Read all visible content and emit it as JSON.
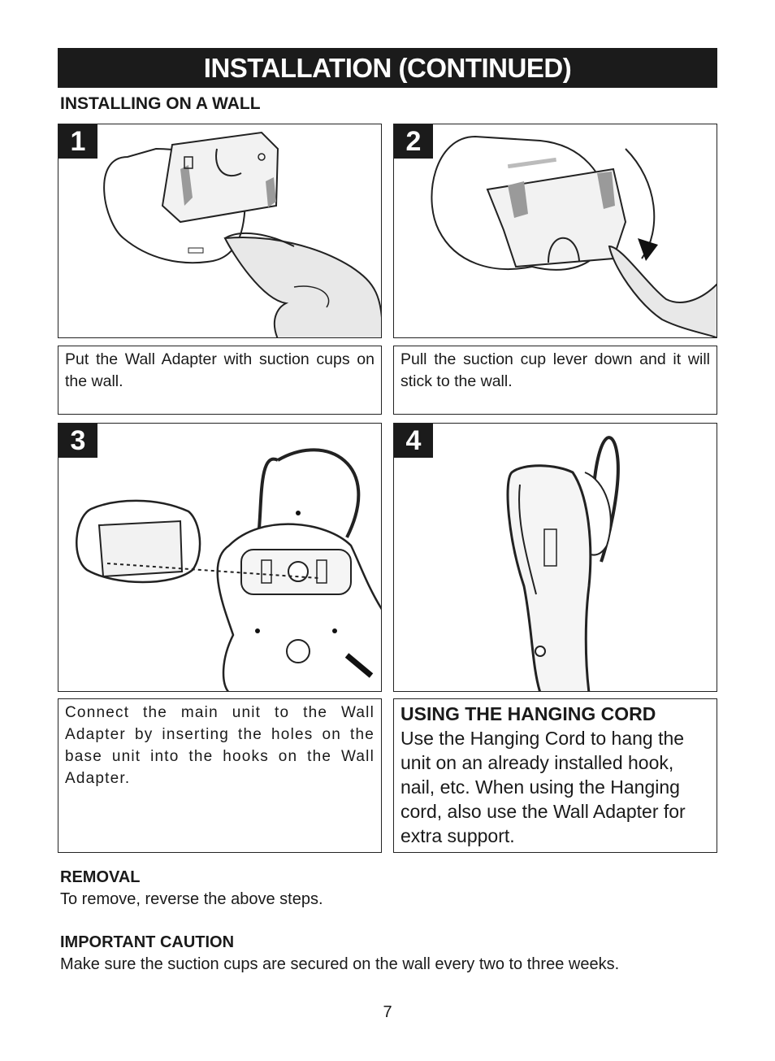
{
  "header": {
    "title": "INSTALLATION (CONTINUED)"
  },
  "section": {
    "heading": "INSTALLING ON A WALL"
  },
  "steps": [
    {
      "number": "1",
      "caption": "Put the Wall Adapter with suction cups on the wall."
    },
    {
      "number": "2",
      "caption": "Pull the suction cup lever down and it will stick to the wall."
    },
    {
      "number": "3",
      "caption": "Connect the main unit to the Wall Adapter by inserting the holes on the base unit into the hooks on the Wall Adapter."
    },
    {
      "number": "4",
      "caption_heading": "USING THE HANGING CORD",
      "caption": "Use the Hanging Cord to hang the unit on an already installed hook, nail, etc. When using the Hanging cord, also use the Wall Adapter for extra support."
    }
  ],
  "removal": {
    "heading": "REMOVAL",
    "text": "To remove, reverse the above steps."
  },
  "caution": {
    "heading": "IMPORTANT CAUTION",
    "text": "Make sure the suction cups are secured on the wall every two to three weeks."
  },
  "footer": {
    "page_number": "7"
  }
}
